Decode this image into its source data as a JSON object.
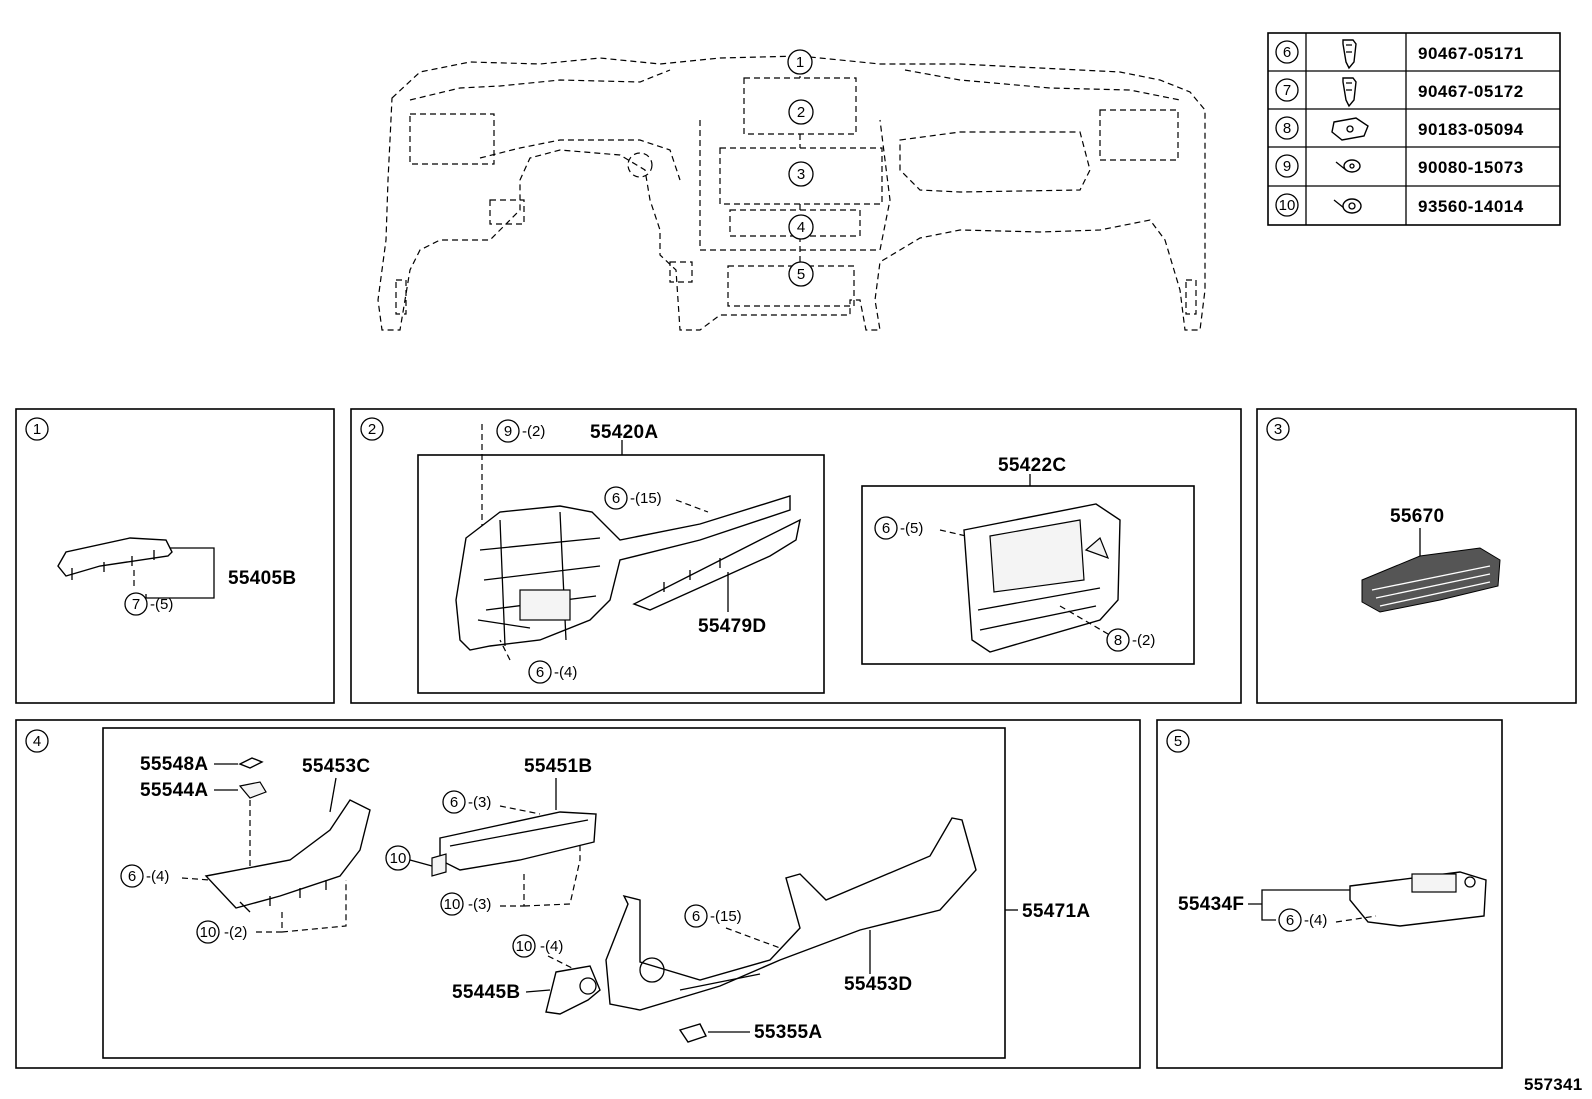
{
  "fastener_table": [
    {
      "callout": "6",
      "part_number": "90467-05171",
      "icon": "clip-icon"
    },
    {
      "callout": "7",
      "part_number": "90467-05172",
      "icon": "clip-icon"
    },
    {
      "callout": "8",
      "part_number": "90183-05094",
      "icon": "nut-icon"
    },
    {
      "callout": "9",
      "part_number": "90080-15073",
      "icon": "bolt-icon"
    },
    {
      "callout": "10",
      "part_number": "93560-14014",
      "icon": "bolt-icon"
    }
  ],
  "overview": {
    "callouts": [
      "1",
      "2",
      "3",
      "4",
      "5"
    ]
  },
  "panel1": {
    "number": "1",
    "part": "55405B",
    "fastener": {
      "callout": "7",
      "qty": "-(5)"
    }
  },
  "panel2": {
    "number": "2",
    "assembly": "55420A",
    "sub_assembly": "55422C",
    "part_55479D": "55479D",
    "fasteners": {
      "a": {
        "callout": "9",
        "qty": "-(2)"
      },
      "b": {
        "callout": "6",
        "qty": "-(15)"
      },
      "c": {
        "callout": "6",
        "qty": "-(4)"
      },
      "d": {
        "callout": "6",
        "qty": "-(5)"
      },
      "e": {
        "callout": "8",
        "qty": "-(2)"
      }
    }
  },
  "panel3": {
    "number": "3",
    "part": "55670"
  },
  "panel4": {
    "number": "4",
    "assembly": "55471A",
    "parts": {
      "p55548A": "55548A",
      "p55544A": "55544A",
      "p55453C": "55453C",
      "p55451B": "55451B",
      "p55445B": "55445B",
      "p55453D": "55453D",
      "p55355A": "55355A"
    },
    "fasteners": {
      "a": {
        "callout": "6",
        "qty": "-(4)"
      },
      "b": {
        "callout": "10",
        "qty": "-(2)"
      },
      "c": {
        "callout": "6",
        "qty": "-(3)"
      },
      "d": {
        "callout": "10",
        "qty": ""
      },
      "e": {
        "callout": "10",
        "qty": "-(3)"
      },
      "f": {
        "callout": "6",
        "qty": "-(15)"
      },
      "g": {
        "callout": "10",
        "qty": "-(4)"
      }
    }
  },
  "panel5": {
    "number": "5",
    "part": "55434F",
    "fastener": {
      "callout": "6",
      "qty": "-(4)"
    }
  },
  "diagram_id": "557341"
}
